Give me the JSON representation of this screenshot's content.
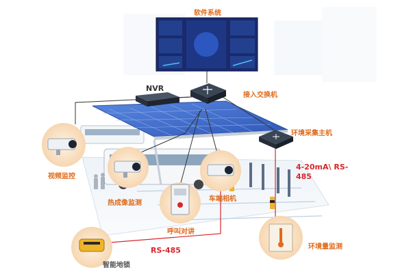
{
  "labels": {
    "software_system": "软件系统",
    "nvr": "NVR",
    "access_switch": "接入交换机",
    "env_host": "环境采集主机",
    "video_monitor": "视频监控",
    "thermal_camera": "热成像监测",
    "car_charger": "车端相机",
    "intercom": "呼叫对讲",
    "env_monitor": "环境量监测",
    "signal_4_20ma": "4-20mA\\ RS-",
    "signal_485": "485",
    "rs485_bottom": "RS-485",
    "parking_lock": "智能地锁"
  },
  "colors": {
    "accent": "#e06a1a",
    "wire_red": "#d8262b",
    "wire_dark": "#333333",
    "solar": "#3b6fd0",
    "screen": "#1a2a6c",
    "circle_bg": "#fbe6cf"
  },
  "icons": [
    "monitor-screen",
    "network-switch",
    "nvr-box",
    "bullet-camera",
    "thermal-camera",
    "intercom-panel",
    "thermometer-panel",
    "parking-lock",
    "env-host-box",
    "bus",
    "solar-canopy"
  ]
}
